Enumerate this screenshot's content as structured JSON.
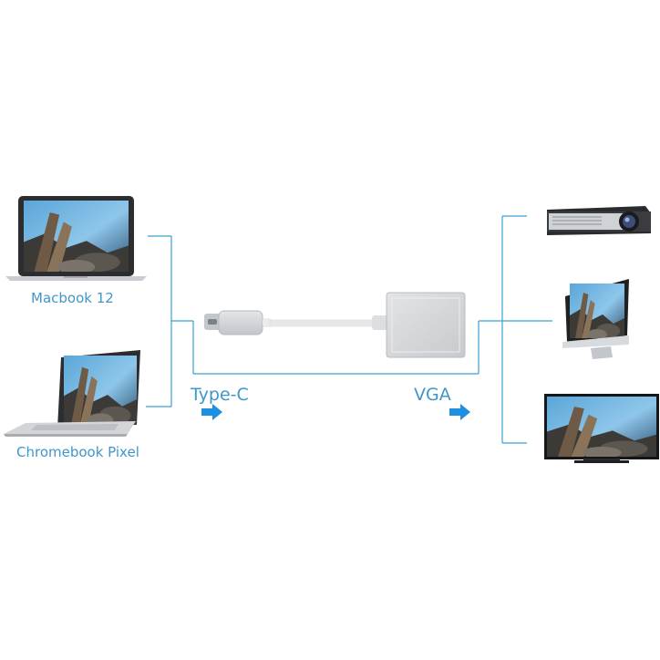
{
  "colors": {
    "connector_line": "#3aa0d2",
    "label_text": "#3f97c9",
    "arrow": "#1f8fe0",
    "adapter_body": "#d4d6d9",
    "cable": "#e6e8ea"
  },
  "devices": {
    "left": [
      {
        "label": "Macbook 12",
        "icon": "laptop-icon"
      },
      {
        "label": "Chromebook Pixel",
        "icon": "laptop-icon"
      }
    ],
    "right": [
      {
        "icon": "projector-icon"
      },
      {
        "icon": "monitor-icon"
      },
      {
        "icon": "tv-icon"
      }
    ]
  },
  "adapter": {
    "input_label": "Type-C",
    "output_label": "VGA",
    "input_icon": "usb-c-plug-icon",
    "output_icon": "vga-adapter-box-icon",
    "arrow_icon": "arrow-right-icon"
  }
}
